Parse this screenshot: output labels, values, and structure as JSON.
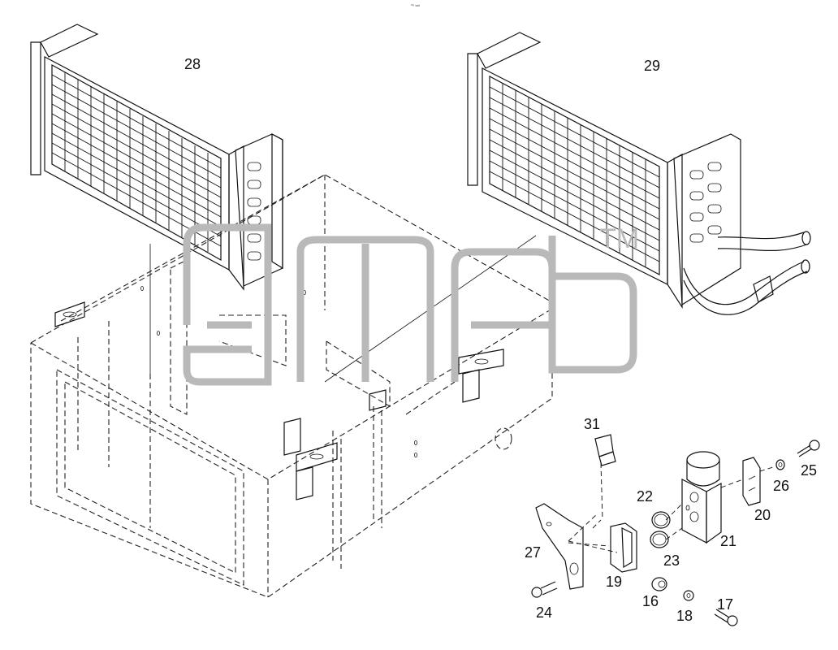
{
  "header": {
    "tiny_text": "°⁰ ˢᵃᵈ"
  },
  "watermark": {
    "tm": "TM"
  },
  "callouts": {
    "p16": "16",
    "p17": "17",
    "p18": "18",
    "p19": "19",
    "p20": "20",
    "p21": "21",
    "p22": "22",
    "p23": "23",
    "p24": "24",
    "p25": "25",
    "p26": "26",
    "p27": "27",
    "p28": "28",
    "p29": "29",
    "p31": "31"
  }
}
